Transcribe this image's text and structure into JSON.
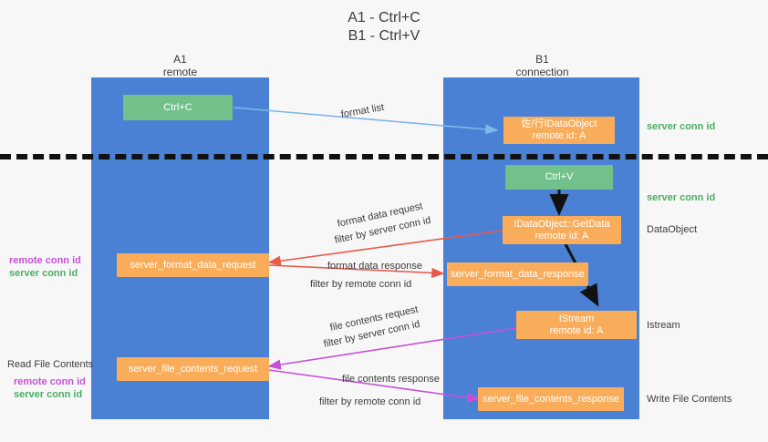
{
  "title": {
    "line1": "A1 - Ctrl+C",
    "line2": "B1 - Ctrl+V"
  },
  "columns": [
    {
      "name": "A1",
      "sub": "remote"
    },
    {
      "name": "B1",
      "sub": "connection"
    }
  ],
  "boxes": {
    "ctrl_c": "Ctrl+C",
    "ctrl_v": "Ctrl+V",
    "idataobject": {
      "line1": "佐/行IDataObject",
      "line2": "remote id: A"
    },
    "getdata": {
      "line1": "IDataObject::GetData",
      "line2": "remote id: A"
    },
    "istream": {
      "line1": "IStream",
      "line2": "remote id: A"
    },
    "server_format_data_request": "server_format_data_request",
    "server_format_data_response": "server_format_data_response",
    "server_file_contents_request": "server_file_contents_request",
    "server_file_contents_response": "server_file_contents_response"
  },
  "arrow_labels": {
    "format_list": "format list",
    "format_data_request": "format data request",
    "format_data_request_filter_prefix": "filter by ",
    "format_data_request_filter_value": "server conn id",
    "format_data_response": "format data response",
    "format_data_response_filter_prefix": "filter by ",
    "format_data_response_filter_value": "remote conn id",
    "file_contents_request": "file contents request",
    "file_contents_request_filter_prefix": "filter by ",
    "file_contents_request_filter_value": "server conn id",
    "file_contents_response": "file contents response",
    "file_contents_response_filter_prefix": "filter by ",
    "file_contents_response_filter_value": "remote conn id"
  },
  "right_labels": {
    "server_conn_id_top": "server conn id",
    "server_conn_id_second": "server conn id",
    "dataobject": "DataObject",
    "istream": "Istream",
    "write_file_contents": "Write File Contents"
  },
  "left_labels": {
    "remote_conn_id_upper": "remote conn id",
    "server_conn_id_upper": "server conn id",
    "read_file_contents": "Read File Contents",
    "remote_conn_id_lower": "remote conn id",
    "server_conn_id_lower": "server conn id"
  },
  "colors": {
    "lane": "#4a81d4",
    "green_box": "#72c18a",
    "orange_box": "#f9ad5a",
    "green_text": "#4cae63",
    "magenta_text": "#c452d6",
    "red_arrow": "#e8594a",
    "magenta_arrow": "#c452d6",
    "blue_arrow": "#7fb7e8",
    "black_arrow": "#111111",
    "background": "#f7f7f7"
  }
}
